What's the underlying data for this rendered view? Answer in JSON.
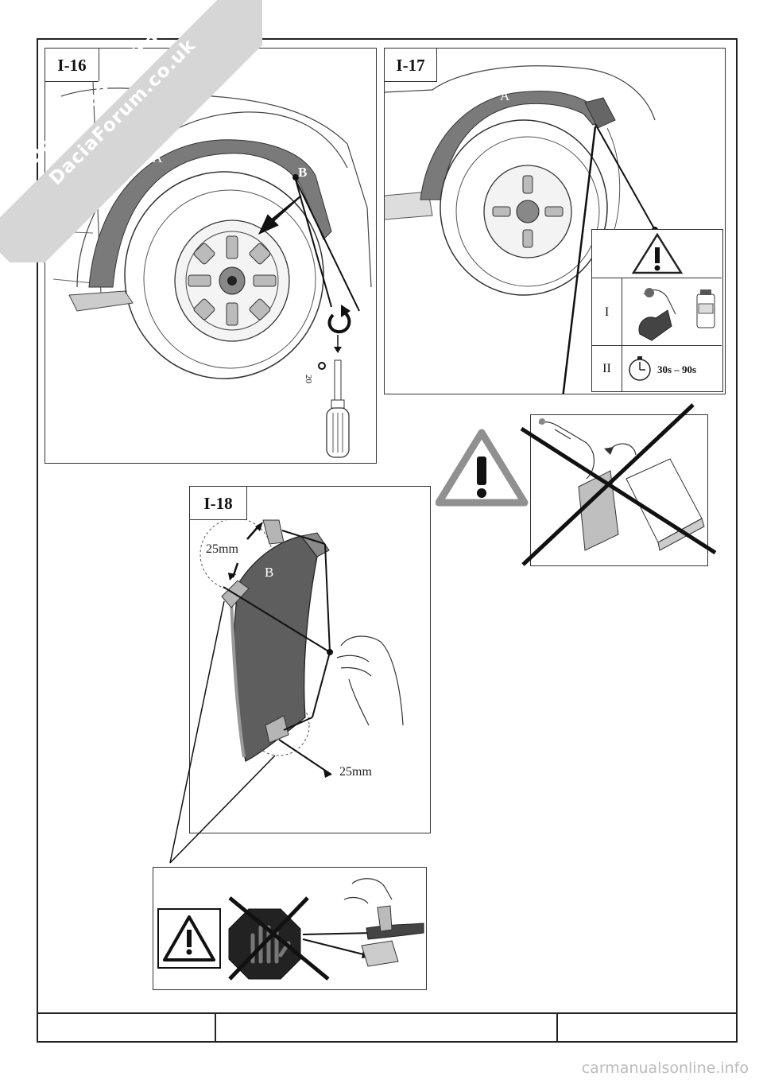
{
  "panels": {
    "i16": {
      "label": "I-16",
      "part_a": "A",
      "part_b": "B",
      "screw_size": "20"
    },
    "i17": {
      "label": "I-17",
      "part_a": "A",
      "steps": [
        {
          "num": "I"
        },
        {
          "num": "II",
          "time": "30s – 90s"
        }
      ]
    },
    "i18": {
      "label": "I-18",
      "part_b": "B",
      "measure_top": "25mm",
      "measure_bottom": "25mm"
    }
  },
  "watermark": {
    "line1": "Downloaded From",
    "line2": "DaciaForum.co.uk"
  },
  "footer": {
    "site": "carmanualsonline.info"
  },
  "colors": {
    "warning_gray": "#909090",
    "panel_border": "#333333",
    "flare_dark": "#555555"
  }
}
